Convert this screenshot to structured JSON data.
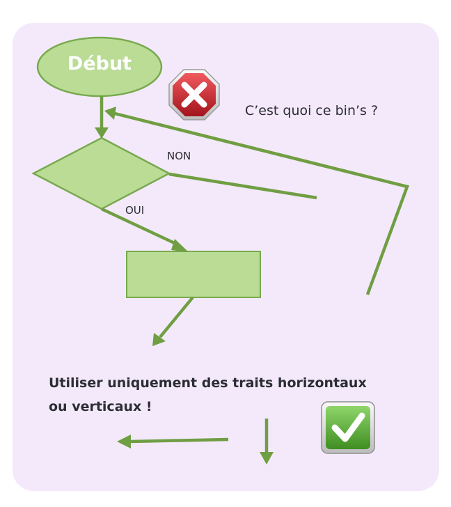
{
  "flowchart": {
    "start_label": "Début",
    "question": "C’est quoi ce bin’s ?",
    "no_label": "NON",
    "yes_label": "OUI",
    "rule_line1": "Utiliser uniquement des traits horizontaux",
    "rule_line2": "ou verticaux !"
  },
  "icons": {
    "wrong": "red-cross-stop-icon",
    "right": "green-check-icon"
  },
  "colors": {
    "panel_bg": "#f4e9fa",
    "shape_fill": "#badc94",
    "shape_stroke": "#78a94f",
    "arrow": "#6f9e43",
    "cross_red": "#c8202a",
    "check_green": "#54a92f",
    "text": "#2b2d34"
  }
}
